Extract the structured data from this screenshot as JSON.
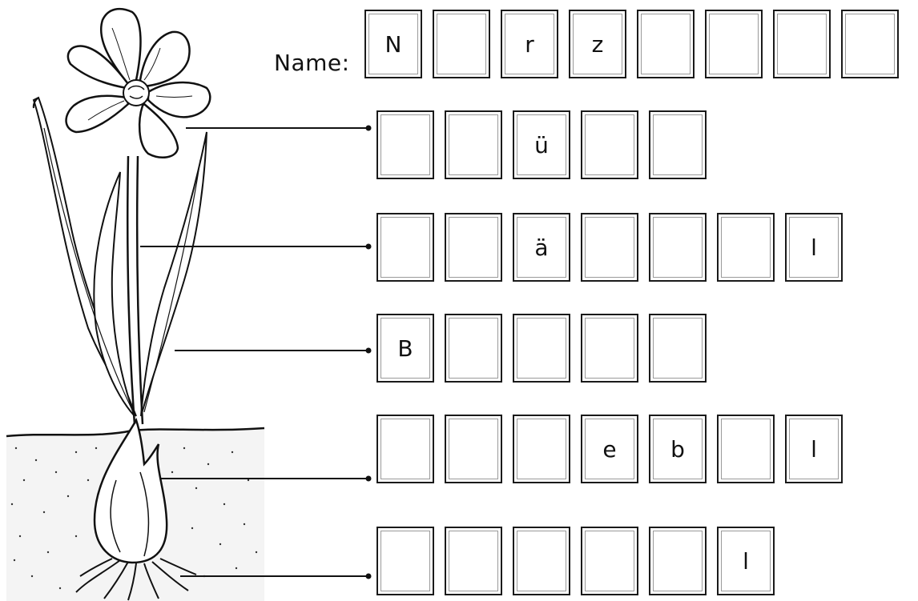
{
  "name_label": "Name:",
  "name_letters": [
    "N",
    "",
    "r",
    "z",
    "",
    "",
    "",
    ""
  ],
  "answer_rows": [
    {
      "letters": [
        "",
        "",
        "ü",
        "",
        ""
      ]
    },
    {
      "letters": [
        "",
        "",
        "ä",
        "",
        "",
        "",
        "l"
      ]
    },
    {
      "letters": [
        "B",
        "",
        "",
        "",
        ""
      ]
    },
    {
      "letters": [
        "",
        "",
        "",
        "e",
        "b",
        "",
        "l"
      ]
    },
    {
      "letters": [
        "",
        "",
        "",
        "",
        "",
        "l"
      ]
    }
  ]
}
